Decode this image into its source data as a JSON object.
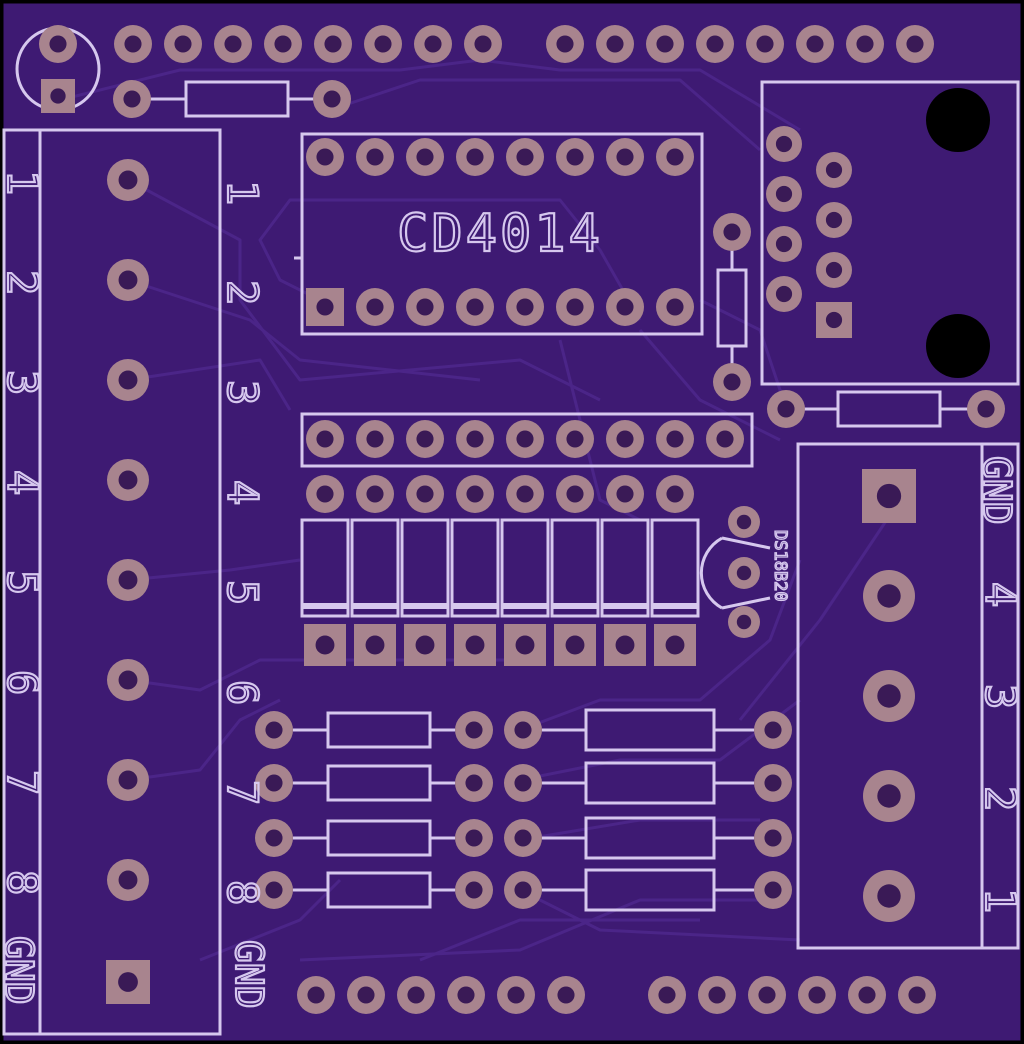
{
  "board": {
    "colors": {
      "background": "#000000",
      "substrate": "#3e1a73",
      "trace": "#4a2386",
      "silkscreen": "#d6c8ee",
      "pad": "#a8848e",
      "hole": "#3a1a56"
    }
  },
  "labels": {
    "chip": "CD4014",
    "sensor": "DS18B20",
    "left_numbers": [
      "1",
      "2",
      "3",
      "4",
      "5",
      "6",
      "7",
      "8"
    ],
    "left_gnd": "GND",
    "inner_numbers": [
      "1",
      "2",
      "3",
      "4",
      "5",
      "6",
      "7",
      "8"
    ],
    "inner_gnd": "GND",
    "right_gnd": "GND",
    "right_numbers": [
      "4",
      "3",
      "2",
      "1"
    ]
  }
}
